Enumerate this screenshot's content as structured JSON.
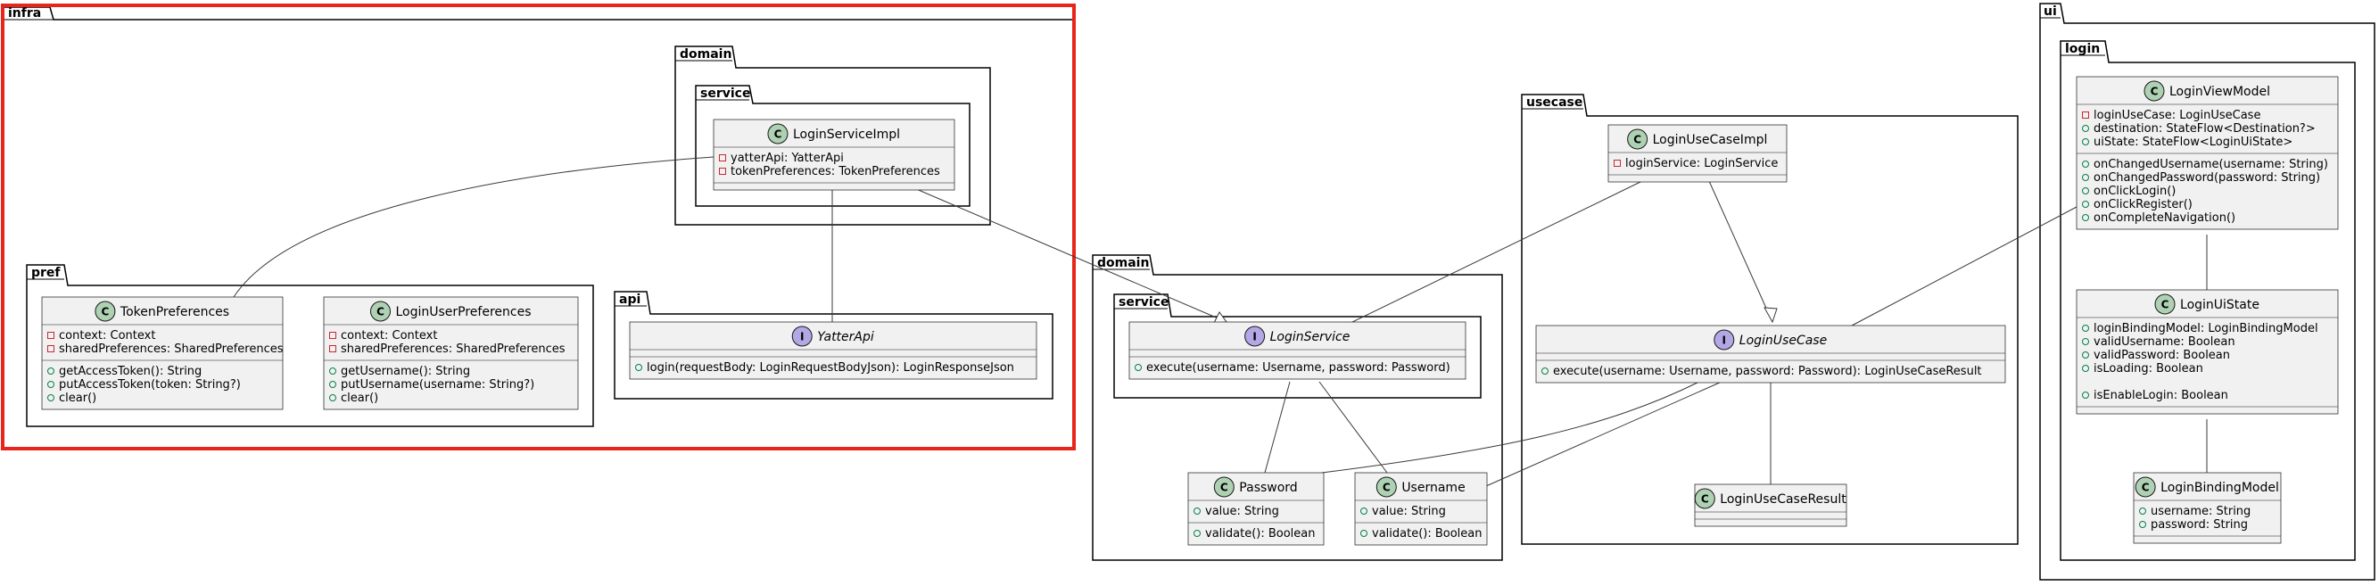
{
  "packages": {
    "infra": "infra",
    "infra_domain": "domain",
    "infra_domain_service": "service",
    "infra_pref": "pref",
    "infra_api": "api",
    "domain": "domain",
    "domain_service": "service",
    "usecase": "usecase",
    "ui": "ui",
    "ui_login": "login"
  },
  "highlight_color": "#e8251b",
  "classes": {
    "LoginServiceImpl": {
      "kind": "C",
      "name": "LoginServiceImpl",
      "fields": [
        "yatterApi: YatterApi",
        "tokenPreferences: TokenPreferences"
      ],
      "field_vis": [
        "-",
        "-"
      ],
      "methods": [],
      "method_vis": []
    },
    "TokenPreferences": {
      "kind": "C",
      "name": "TokenPreferences",
      "fields": [
        "context: Context",
        "sharedPreferences: SharedPreferences"
      ],
      "field_vis": [
        "-",
        "-"
      ],
      "methods": [
        "getAccessToken(): String",
        "putAccessToken(token: String?)",
        "clear()"
      ],
      "method_vis": [
        "+",
        "+",
        "+"
      ]
    },
    "LoginUserPreferences": {
      "kind": "C",
      "name": "LoginUserPreferences",
      "fields": [
        "context: Context",
        "sharedPreferences: SharedPreferences"
      ],
      "field_vis": [
        "-",
        "-"
      ],
      "methods": [
        "getUsername(): String",
        "putUsername(username: String?)",
        "clear()"
      ],
      "method_vis": [
        "+",
        "+",
        "+"
      ]
    },
    "YatterApi": {
      "kind": "I",
      "name": "YatterApi",
      "fields": [],
      "field_vis": [],
      "methods": [
        "login(requestBody: LoginRequestBodyJson): LoginResponseJson"
      ],
      "method_vis": [
        "+"
      ]
    },
    "LoginService": {
      "kind": "I",
      "name": "LoginService",
      "fields": [],
      "field_vis": [],
      "methods": [
        "execute(username: Username, password: Password)"
      ],
      "method_vis": [
        "+"
      ]
    },
    "Password": {
      "kind": "C",
      "name": "Password",
      "fields": [
        "value: String"
      ],
      "field_vis": [
        "+"
      ],
      "methods": [
        "validate(): Boolean"
      ],
      "method_vis": [
        "+"
      ]
    },
    "Username": {
      "kind": "C",
      "name": "Username",
      "fields": [
        "value: String"
      ],
      "field_vis": [
        "+"
      ],
      "methods": [
        "validate(): Boolean"
      ],
      "method_vis": [
        "+"
      ]
    },
    "LoginUseCaseImpl": {
      "kind": "C",
      "name": "LoginUseCaseImpl",
      "fields": [
        "loginService: LoginService"
      ],
      "field_vis": [
        "-"
      ],
      "methods": [],
      "method_vis": []
    },
    "LoginUseCase": {
      "kind": "I",
      "name": "LoginUseCase",
      "fields": [],
      "field_vis": [],
      "methods": [
        "execute(username: Username, password: Password): LoginUseCaseResult"
      ],
      "method_vis": [
        "+"
      ]
    },
    "LoginUseCaseResult": {
      "kind": "C",
      "name": "LoginUseCaseResult",
      "fields": [],
      "field_vis": [],
      "methods": [],
      "method_vis": []
    },
    "LoginViewModel": {
      "kind": "C",
      "name": "LoginViewModel",
      "fields": [
        "loginUseCase: LoginUseCase",
        "destination: StateFlow<Destination?>",
        "uiState: StateFlow<LoginUiState>"
      ],
      "field_vis": [
        "-",
        "+",
        "+"
      ],
      "methods": [
        "onChangedUsername(username: String)",
        "onChangedPassword(password: String)",
        "onClickLogin()",
        "onClickRegister()",
        "onCompleteNavigation()"
      ],
      "method_vis": [
        "+",
        "+",
        "+",
        "+",
        "+"
      ]
    },
    "LoginUiState": {
      "kind": "C",
      "name": "LoginUiState",
      "fields": [
        "loginBindingModel: LoginBindingModel",
        "validUsername: Boolean",
        "validPassword: Boolean",
        "isLoading: Boolean",
        "",
        "isEnableLogin: Boolean"
      ],
      "field_vis": [
        "+",
        "+",
        "+",
        "+",
        "",
        "+"
      ],
      "methods": [],
      "method_vis": []
    },
    "LoginBindingModel": {
      "kind": "C",
      "name": "LoginBindingModel",
      "fields": [
        "username: String",
        "password: String"
      ],
      "field_vis": [
        "+",
        "+"
      ],
      "methods": [],
      "method_vis": []
    }
  }
}
